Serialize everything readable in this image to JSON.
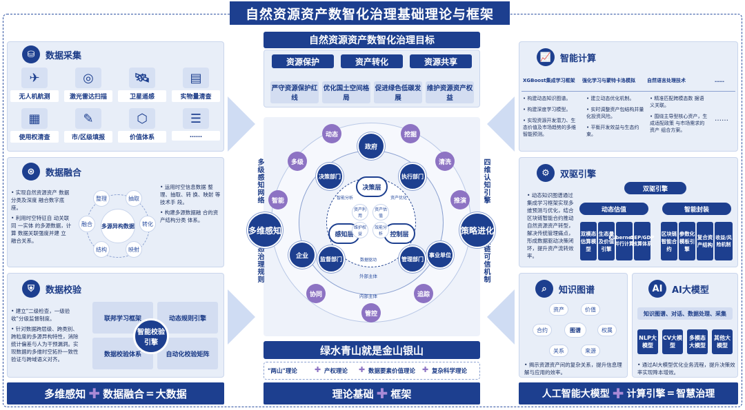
{
  "main_title": "自然资源资产数智化治理基础理论与框架",
  "left": {
    "collect": {
      "title": "数据采集",
      "tiles": [
        "无人机航测",
        "激光雷达扫描",
        "卫星遥感",
        "实物量清查",
        "使用权清查",
        "市/区级填报",
        "价值体系",
        "……"
      ]
    },
    "fusion": {
      "title": "数据融合",
      "bullets_left": [
        "• 实现自然资源资产 数据分类及深度 融合数字底座。",
        "• 利用时空特征自 动关联同 一实体 的多源数据，计算 数据关联强度并建 立 融合关系。"
      ],
      "bullets_right": [
        "• 运用时空信息数据 整理、抽取、转 换、映射 等技术手 段。",
        "• 构建多源数据融 合的资产结构分类 体系。"
      ],
      "center": "多源异构数据",
      "ring": [
        "整理",
        "抽取",
        "转化",
        "映射",
        "结构",
        "融合"
      ]
    },
    "verify": {
      "title": "数据校验",
      "bullets": [
        "• 建立\"二级检查，一级验收\"分级监督制度。",
        "• 针对数据跨层级、跨类别、跨粒度的多源异构特性，消除统计偏差与人为干预漏洞。实现数据的多维时空拓扑一致性验证与跨域语义对齐。"
      ],
      "center": "智能校验引擎",
      "corners": [
        "联邦学习框架",
        "动态规则引擎",
        "数据校验体系",
        "自动化校验矩阵"
      ]
    },
    "footer": {
      "a": "多维感知",
      "b": "数据融合",
      "eq": "=",
      "c": "大数据"
    }
  },
  "center": {
    "goal_title": "自然资源资产数智化治理目标",
    "goals": [
      "资源保护",
      "资产转化",
      "资源共享"
    ],
    "subgoals": [
      "严守资源保护红线",
      "优化国土空间格局",
      "促进绿色低碳发展",
      "维护资源资产权益"
    ],
    "left_vertical": "多级感知网络",
    "left_vertical2": "动态治理规则",
    "right_vertical": "四维认知引擎",
    "right_vertical2": "双链可信机制",
    "left_bubble": "多维感知",
    "right_bubble": "策略进化",
    "outer_nodes": [
      "动态",
      "挖掘",
      "清洗",
      "推演",
      "追踪",
      "管控",
      "协同",
      "智能",
      "多级"
    ],
    "actors": [
      "政府",
      "执行部门",
      "事业单位",
      "管理部门",
      "监督部门",
      "企业",
      "决策部门"
    ],
    "layers": [
      "决策层",
      "感知层",
      "控制层"
    ],
    "core": [
      "资产利用",
      "资产估值",
      "维护权益",
      "效能分析"
    ],
    "ring_labels": [
      "外部主体",
      "内部主体",
      "智能分析",
      "资产优化",
      "数据驱动"
    ],
    "slogan": "绿水青山就是金山银山",
    "theories": [
      "\"两山\"理论",
      "产权理论",
      "数据要素价值理论",
      "复杂科学理论"
    ],
    "footer": {
      "a": "理论基础",
      "b": "框架"
    }
  },
  "right": {
    "compute": {
      "title": "智能计算",
      "headers": [
        "XGBoost集成学习框架",
        "强化学习与蒙特卡洛模拟",
        "自然语言处理技术",
        "……"
      ],
      "col1": [
        "• 构建动态知识图谱。",
        "• 构建深度学习模型。",
        "• 实现资源开发潜力、生态价值及市场趋势的多维智能预测。"
      ],
      "col2": [
        "• 建立动态优化机制。",
        "• 实时调整资产包结构并量化投资风险。",
        "• 平衡开发效益与生态约束。"
      ],
      "col3": [
        "• 精准匹配跨模态数 据语义关联。",
        "• 围绕主导型核心资产，生成适配政策 与市场需求的资产 组合方案。"
      ],
      "col4": "……"
    },
    "dual": {
      "title": "双驱引擎",
      "bullets": "• 动态知识图谱通过集成学习框架实现多维预测与优化，结合区块链智能合约推动自然资源资产转型，解决传统管理痛点，形成数据驱动决策闭环，提升资产流转效率。",
      "root": "双驱引擎",
      "branches": [
        "动态估值",
        "智能封装"
      ],
      "leaves": [
        "双模态估算模型",
        "生态量及价值引擎",
        "Kubernetes并行计算",
        "GEP/GDP核算体系",
        "区块链智能合约",
        "参数化模板引擎",
        "复合资产结构",
        "收益/风险机制"
      ]
    },
    "kg": {
      "title": "知识图谱",
      "center": "图谱",
      "nodes": [
        "资产",
        "价值",
        "权属",
        "来源",
        "关系",
        "合约"
      ],
      "bullet": "• 揭示资源资产间的复杂关系，提升信息理解与应用的效率。"
    },
    "llm": {
      "title": "AI大模型",
      "top": "知识图谱、对话、数据处理、采集",
      "models": [
        "NLP大模型",
        "CV大模型",
        "多模态大模型",
        "其他大模型"
      ],
      "bullet": "• 通过AI大模型优化业务流程，提升决策效率实现降本增效。"
    },
    "footer": {
      "a": "人工智能大模型",
      "b": "计算引擎",
      "eq": "=",
      "c": "智慧治理"
    }
  }
}
